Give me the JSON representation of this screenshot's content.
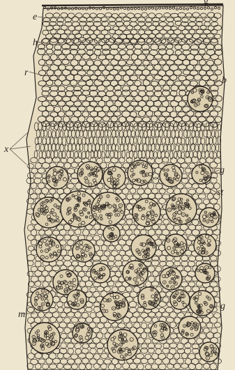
{
  "figure": {
    "description_visible_text": "",
    "labels": {
      "e": "e",
      "h": "h",
      "r": "r",
      "b": "b",
      "x": "x",
      "g_upper": "g",
      "st": "st",
      "m": "m",
      "g_lower": "g"
    },
    "top_fragment": "g",
    "colors": {
      "paper": "#efe6cf",
      "ink": "#2a2420",
      "ink_light": "#5b5046"
    }
  }
}
